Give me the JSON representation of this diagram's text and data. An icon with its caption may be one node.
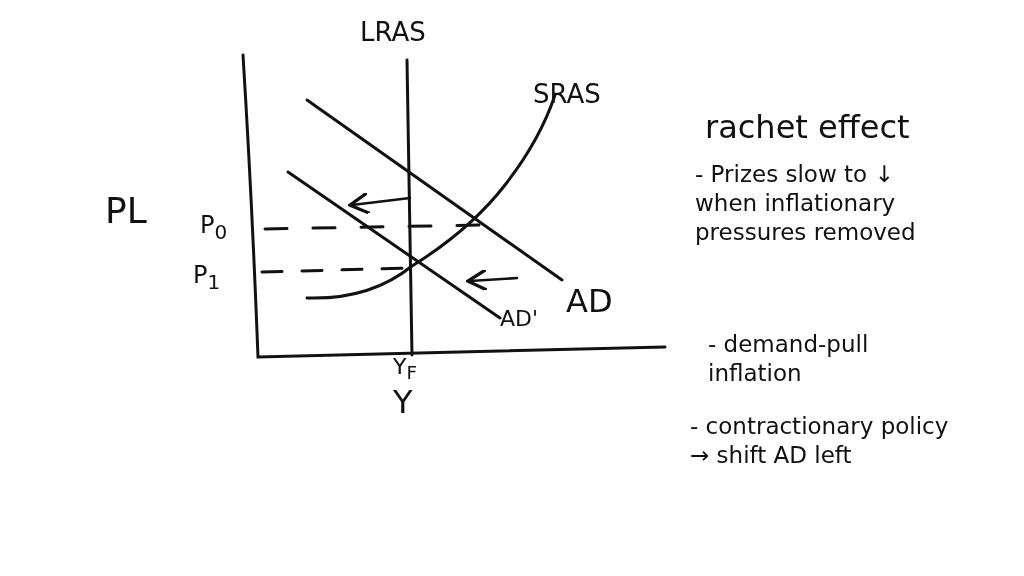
{
  "diagram": {
    "title": "rachet effect",
    "labels": [
      "LRAS",
      "SRAS",
      "PL",
      "P$_{0}$",
      "P$_{1}$",
      "AD'",
      "AD",
      "Y$_{F}$",
      "Y",
      "- Prizes slow to ↓ when inflationary pressures removed",
      "- demand-pull inflation",
      "- contractionary policy → shift AD left"
    ]
  }
}
